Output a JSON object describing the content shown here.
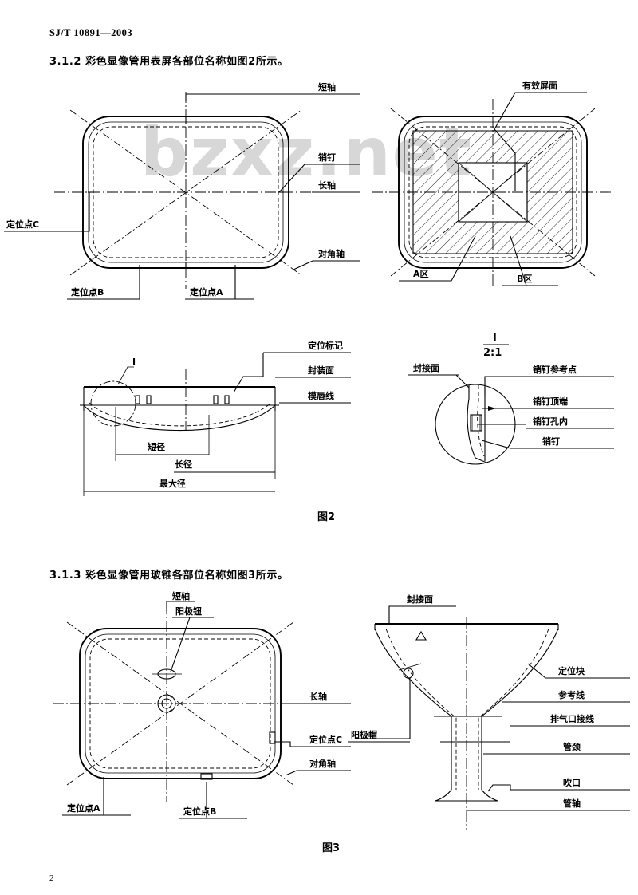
{
  "document": {
    "standard_number": "SJ/T 10891—2003",
    "page_number": "2",
    "watermark": "bzxz.net"
  },
  "sections": {
    "s312": "3.1.2  彩色显像管用表屏各部位名称如图2所示。",
    "s313": "3.1.3  彩色显像管用玻锥各部位名称如图3所示。"
  },
  "captions": {
    "figure2": "图2",
    "figure3": "图3"
  },
  "figure2": {
    "panel_front": {
      "labels": {
        "short_axis": "短轴",
        "pin": "销钉",
        "long_axis": "长轴",
        "diagonal_axis": "对角轴",
        "locating_point_a": "定位点A",
        "locating_point_b": "定位点B",
        "locating_point_c": "定位点C"
      }
    },
    "panel_zones": {
      "labels": {
        "effective_screen": "有效屏面",
        "zone_a": "A区",
        "zone_b": "B区"
      }
    },
    "panel_section": {
      "labels": {
        "locating_mark": "定位标记",
        "sealing_face": "封装面",
        "mold_lip_line": "模唇线",
        "short_diameter": "短径",
        "long_diameter": "长径",
        "max_diameter": "最大径",
        "detail_tag": "I"
      }
    },
    "detail_view": {
      "title_top": "I",
      "title_bottom": "2:1",
      "labels": {
        "sealing_face": "封接面",
        "pin_reference_point": "销钉参考点",
        "pin_top": "销钉顶端",
        "pin_hole_inner": "销钉孔内",
        "pin": "销钉"
      }
    }
  },
  "figure3": {
    "funnel_front": {
      "labels": {
        "short_axis": "短轴",
        "anode_button": "阳极钮",
        "long_axis": "长轴",
        "locating_point_c": "定位点C",
        "diagonal_axis": "对角轴",
        "locating_point_a": "定位点A",
        "locating_point_b": "定位点B"
      }
    },
    "funnel_section": {
      "labels": {
        "sealing_face": "封接面",
        "anode_cap": "阳极帽",
        "locating_block": "定位块",
        "reference_line": "参考线",
        "exhaust_port_line": "排气口接线",
        "neck": "管颈",
        "blow_port": "吹口",
        "tube_axis": "管轴"
      }
    }
  }
}
